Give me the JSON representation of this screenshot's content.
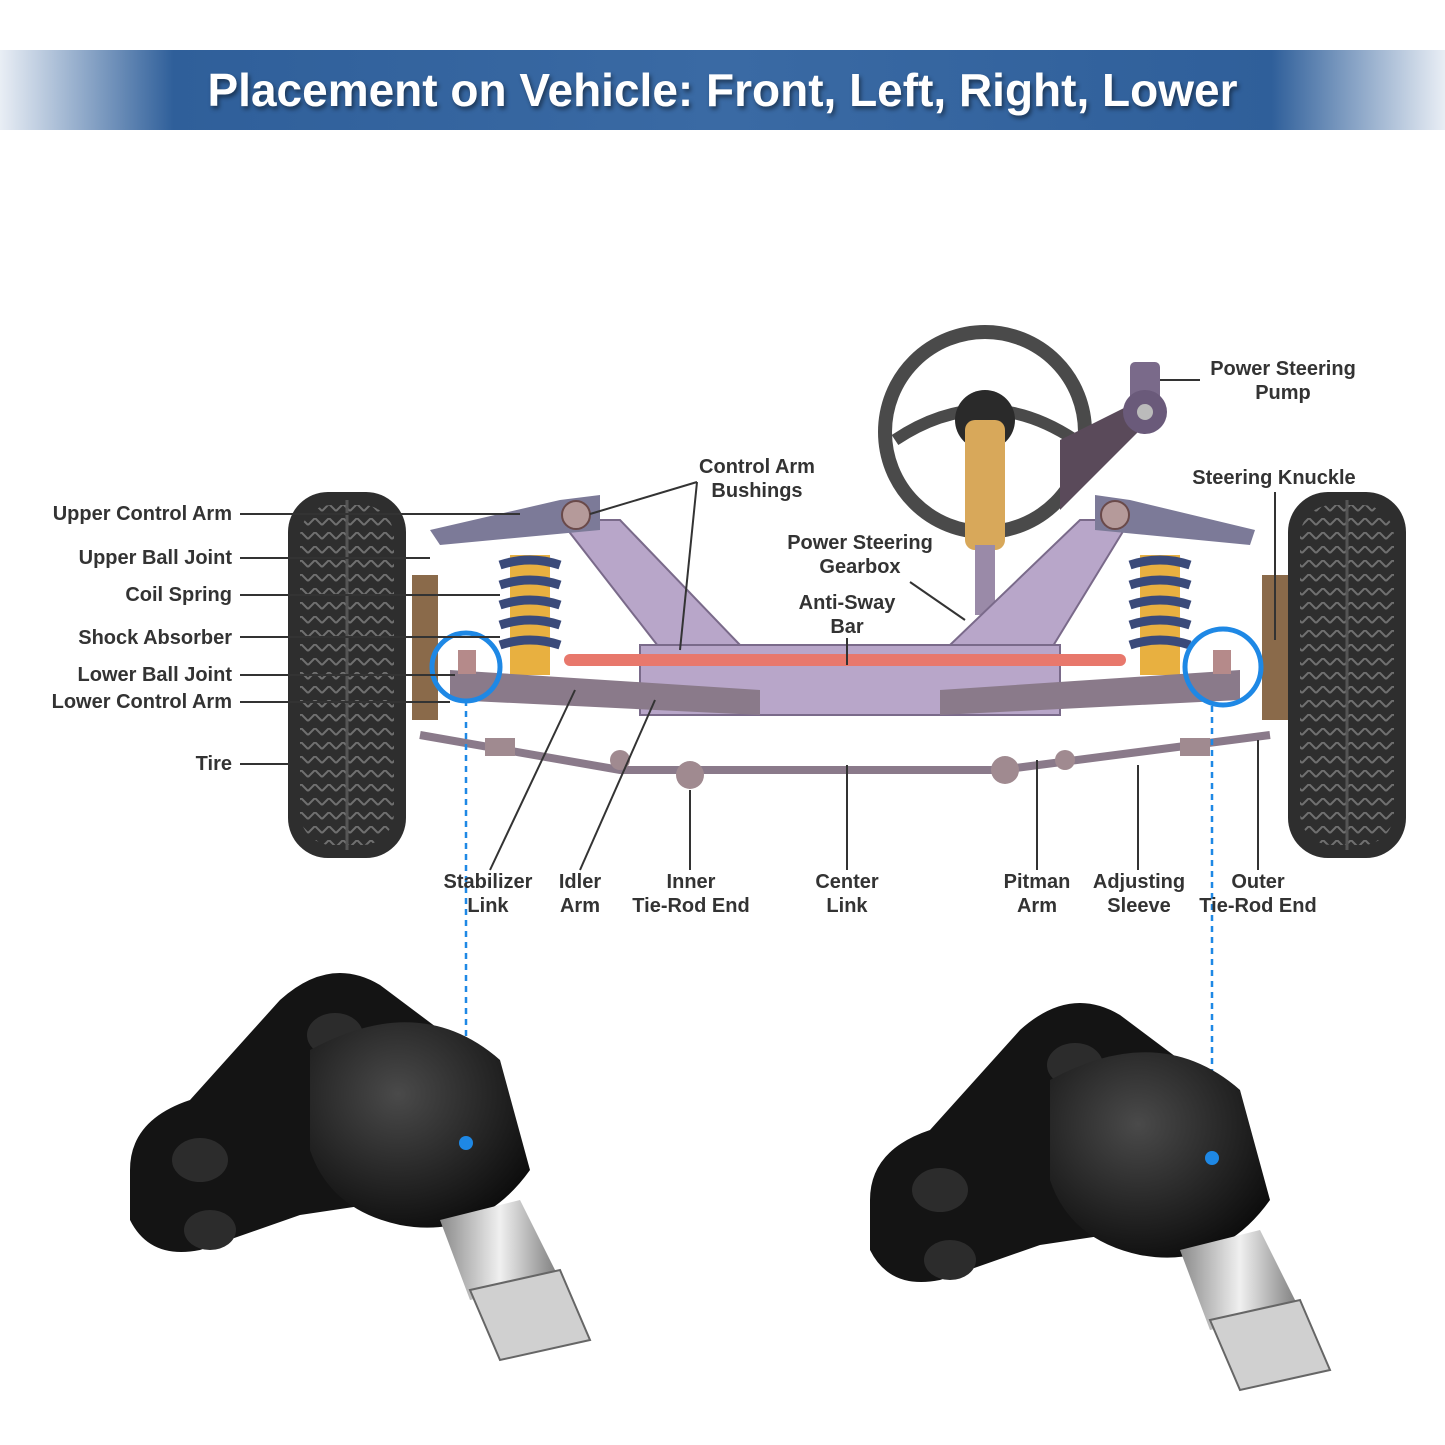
{
  "header": {
    "title": "Placement on Vehicle: Front, Left, Right, Lower"
  },
  "labels_left": [
    "Upper Control Arm",
    "Upper Ball Joint",
    "Coil Spring",
    "Shock Absorber",
    "Lower Ball Joint",
    "Lower Control Arm",
    "Tire"
  ],
  "labels_top": {
    "control_arm_bushings": [
      "Control Arm",
      "Bushings"
    ],
    "power_steering_gearbox": [
      "Power Steering",
      "Gearbox"
    ],
    "anti_sway_bar": [
      "Anti-Sway",
      "Bar"
    ],
    "power_steering_pump": [
      "Power Steering",
      "Pump"
    ],
    "steering_knuckle": "Steering Knuckle"
  },
  "labels_bottom": [
    [
      "Stabilizer",
      "Link"
    ],
    [
      "Idler",
      "Arm"
    ],
    [
      "Inner",
      "Tie-Rod End"
    ],
    [
      "Center",
      "Link"
    ],
    [
      "Pitman",
      "Arm"
    ],
    [
      "Adjusting",
      "Sleeve"
    ],
    [
      "Outer",
      "Tie-Rod End"
    ]
  ],
  "colors": {
    "banner": "#3a6aa4",
    "highlight": "#1e88e5",
    "frame": "#b8a6c9",
    "sway_bar": "#e8786c",
    "tire": "#3a3a3a",
    "part": "#1a1a1a"
  }
}
